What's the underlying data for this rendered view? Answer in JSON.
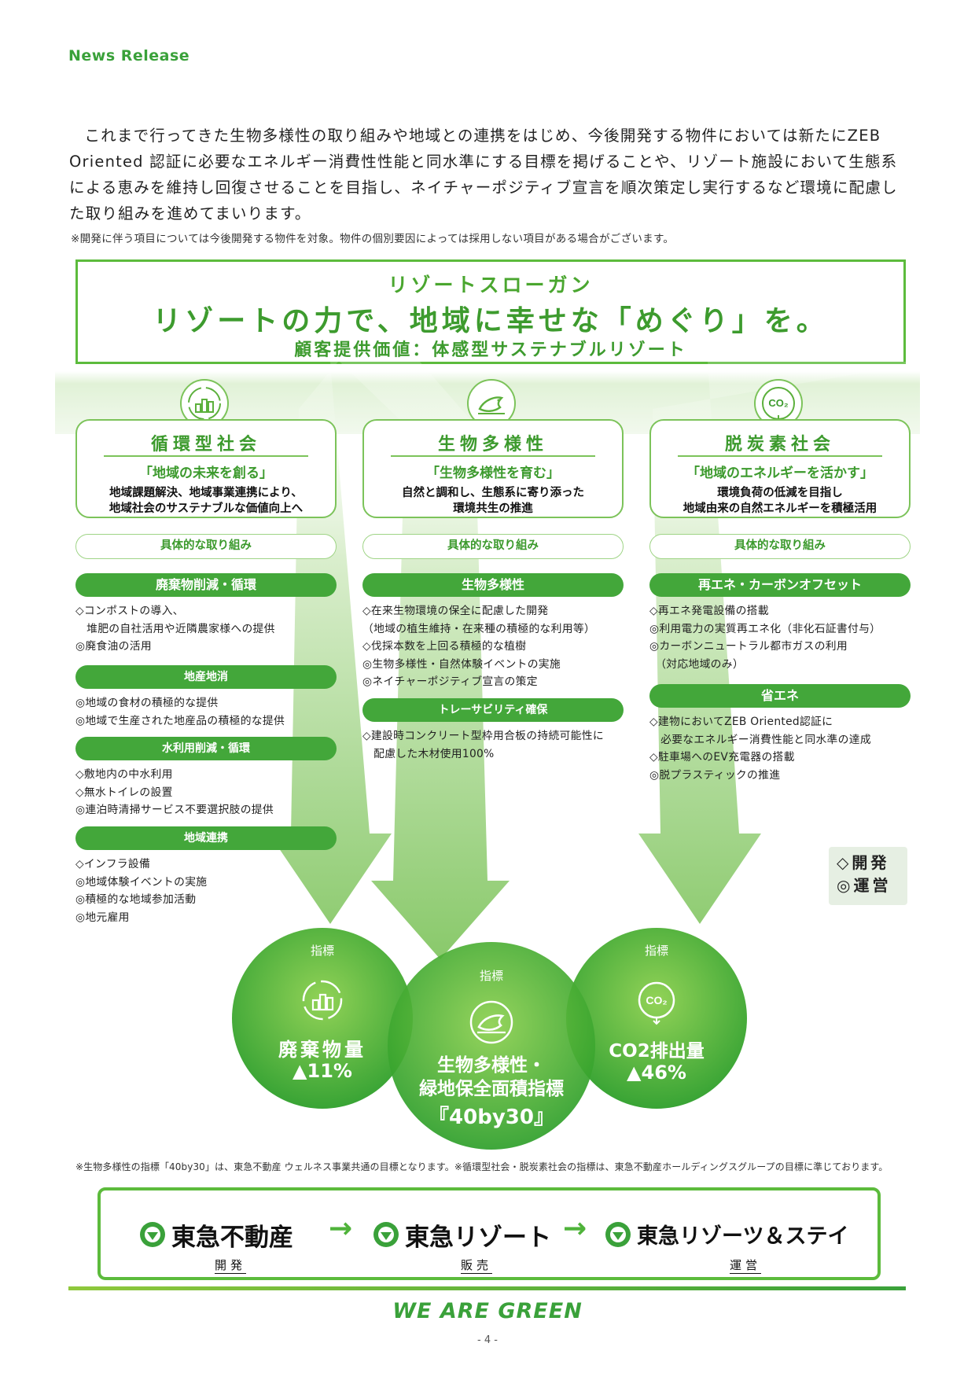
{
  "header": {
    "label": "News Release"
  },
  "intro": {
    "paragraph": "これまで行ってきた生物多様性の取り組みや地域との連携をはじめ、今後開発する物件においては新たにZEB Oriented 認証に必要なエネルギー消費性性能と同水準にする目標を掲げることや、リゾート施設において生態系による恵みを維持し回復させることを目指し、ネイチャーポジティブ宣言を順次策定し実行するなど環境に配慮した取り組みを進めてまいります。",
    "note": "※開発に伴う項目については今後開発する物件を対象。物件の個別要因によっては採用しない項目がある場合がございます。"
  },
  "slogan": {
    "label": "リゾートスローガン",
    "main": "リゾートの力で、地域に幸せな「めぐり」を。",
    "value": "顧客提供価値：体感型サステナブルリゾート"
  },
  "concrete_label": "具体的な取り組み",
  "pillars": [
    {
      "icon": "recycle-buildings-icon",
      "title": "循環型社会",
      "tag": "「地域の未来を創る」",
      "desc1": "地域課題解決、地域事業連携により、",
      "desc2": "地域社会のサステナブルな価値向上へ",
      "groups": [
        {
          "label": "廃棄物削減・循環",
          "items": [
            "◇コンポストの導入、",
            "　堆肥の自社活用や近隣農家様への提供",
            "◎廃食油の活用"
          ]
        },
        {
          "label": "地産地消",
          "items": [
            "◎地域の食材の積極的な提供",
            "◎地域で生産された地産品の積極的な提供"
          ]
        },
        {
          "label": "水利用削減・循環",
          "items": [
            "◇敷地内の中水利用",
            "◇無水トイレの設置",
            "◎連泊時清掃サービス不要選択肢の提供"
          ]
        },
        {
          "label": "地域連携",
          "items": [
            "◇インフラ設備",
            "◎地域体験イベントの実施",
            "◎積極的な地域参加活動",
            "◎地元雇用"
          ]
        }
      ]
    },
    {
      "icon": "bird-icon",
      "title": "生物多様性",
      "tag": "「生物多様性を育む」",
      "desc1": "自然と調和し、生態系に寄り添った",
      "desc2": "環境共生の推進",
      "groups": [
        {
          "label": "生物多様性",
          "items": [
            "◇在来生物環境の保全に配慮した開発",
            "（地域の植生維持・在来種の積極的な利用等）",
            "◇伐採本数を上回る積極的な植樹",
            "◎生物多様性・自然体験イベントの実施",
            "◎ネイチャーポジティブ宣言の策定"
          ]
        },
        {
          "label": "トレーサビリティ確保",
          "items": [
            "◇建設時コンクリート型枠用合板の持続可能性に",
            "　配慮した木材使用100%"
          ]
        }
      ]
    },
    {
      "icon": "co2-icon",
      "icon_text": "CO₂",
      "title": "脱炭素社会",
      "tag": "「地域のエネルギーを活かす」",
      "desc1": "環境負荷の低減を目指し",
      "desc2": "地域由来の自然エネルギーを積極活用",
      "groups": [
        {
          "label": "再エネ・カーボンオフセット",
          "items": [
            "◇再エネ発電設備の搭載",
            "◎利用電力の実質再エネ化（非化石証書付与）",
            "◎カーボンニュートラル都市ガスの利用",
            "　（対応地域のみ）"
          ]
        },
        {
          "label": "省エネ",
          "items": [
            "◇建物においてZEB Oriented認証に",
            "　必要なエネルギー消費性能と同水準の達成",
            "◇駐車場へのEV充電器の搭載",
            "◎脱プラスティックの推進"
          ]
        }
      ]
    }
  ],
  "legend": {
    "dev": "◇開発",
    "ops": "◎運営"
  },
  "indicators": [
    {
      "label": "指標",
      "icon": "recycle-buildings-icon",
      "name": "廃棄物量",
      "value": "▲11%"
    },
    {
      "label": "指標",
      "icon": "bird-icon",
      "name1": "生物多様性・",
      "name2": "緑地保全面積指標",
      "value": "『40by30』"
    },
    {
      "label": "指標",
      "icon": "co2-icon",
      "icon_text": "CO₂",
      "name": "CO2排出量",
      "value": "▲46%"
    }
  ],
  "note_bottom": "※生物多様性の指標「40by30」は、東急不動産 ウェルネス事業共通の目標となります。※循環型社会・脱炭素社会の指標は、東急不動産ホールディングスグループの目標に準じております。",
  "brands": [
    {
      "name": "東急不動産",
      "role": "開発"
    },
    {
      "name": "東急リゾート",
      "role": "販売"
    },
    {
      "name": "東急リゾーツ＆ステイ",
      "role": "運営"
    }
  ],
  "brand_arrow": "→",
  "colors": {
    "accent": "#3aa13a",
    "pill": "#43a73a",
    "circle": "#3fae2a"
  },
  "footer": {
    "slogan": "WE ARE GREEN",
    "page": "- 4 -"
  }
}
